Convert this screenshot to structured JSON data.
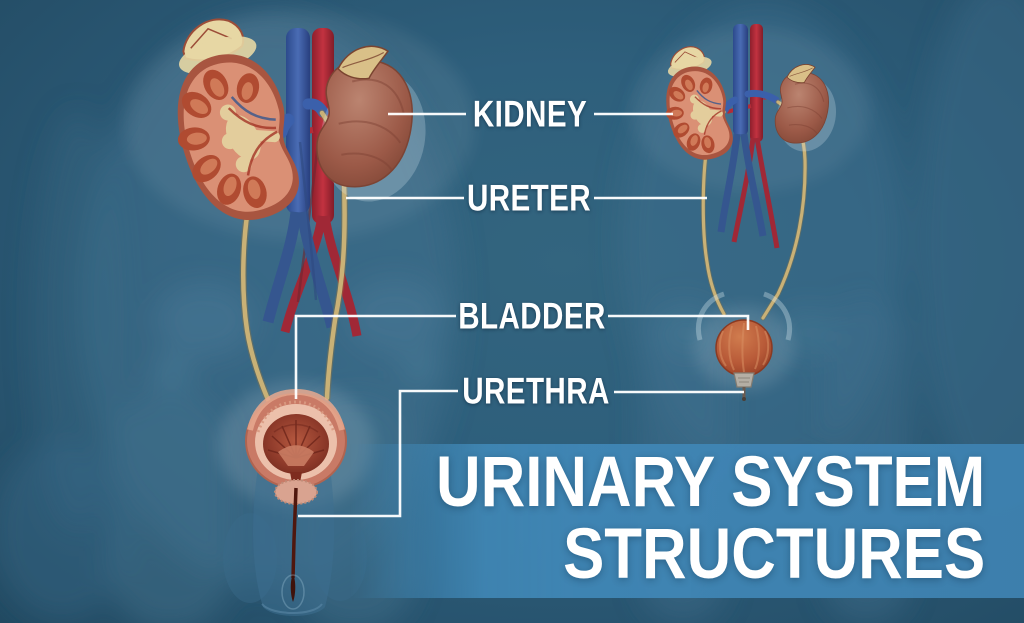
{
  "poster": {
    "labels": {
      "kidney": "KIDNEY",
      "ureter": "URETER",
      "bladder": "BLADDER",
      "urethra": "URETHRA"
    },
    "banner": {
      "line1": "URINARY SYSTEM",
      "line2": "STRUCTURES"
    },
    "colors": {
      "background_dark": "#27536e",
      "background_mid": "#2e5f7c",
      "banner_blue": "#4189b8",
      "title_text": "#ffffff",
      "label_text": "#ffffff",
      "leader_line": "#ffffff",
      "artery_red": "#b32c38",
      "vein_blue": "#3b60ab",
      "kidney_cortex": "#da9075",
      "kidney_pyramid": "#b04b31",
      "renal_pelvis_cream": "#e3cd9c",
      "whole_kidney_brown": "#9c5a48",
      "adrenal_tan": "#d9c088",
      "ureter_tan": "#c9b176",
      "bladder_wall_pink": "#ecc0ab",
      "bladder_cavity_red": "#8e3a2a",
      "small_bladder_orange": "#b85a38",
      "prostate_gray": "#b3aca2"
    }
  }
}
